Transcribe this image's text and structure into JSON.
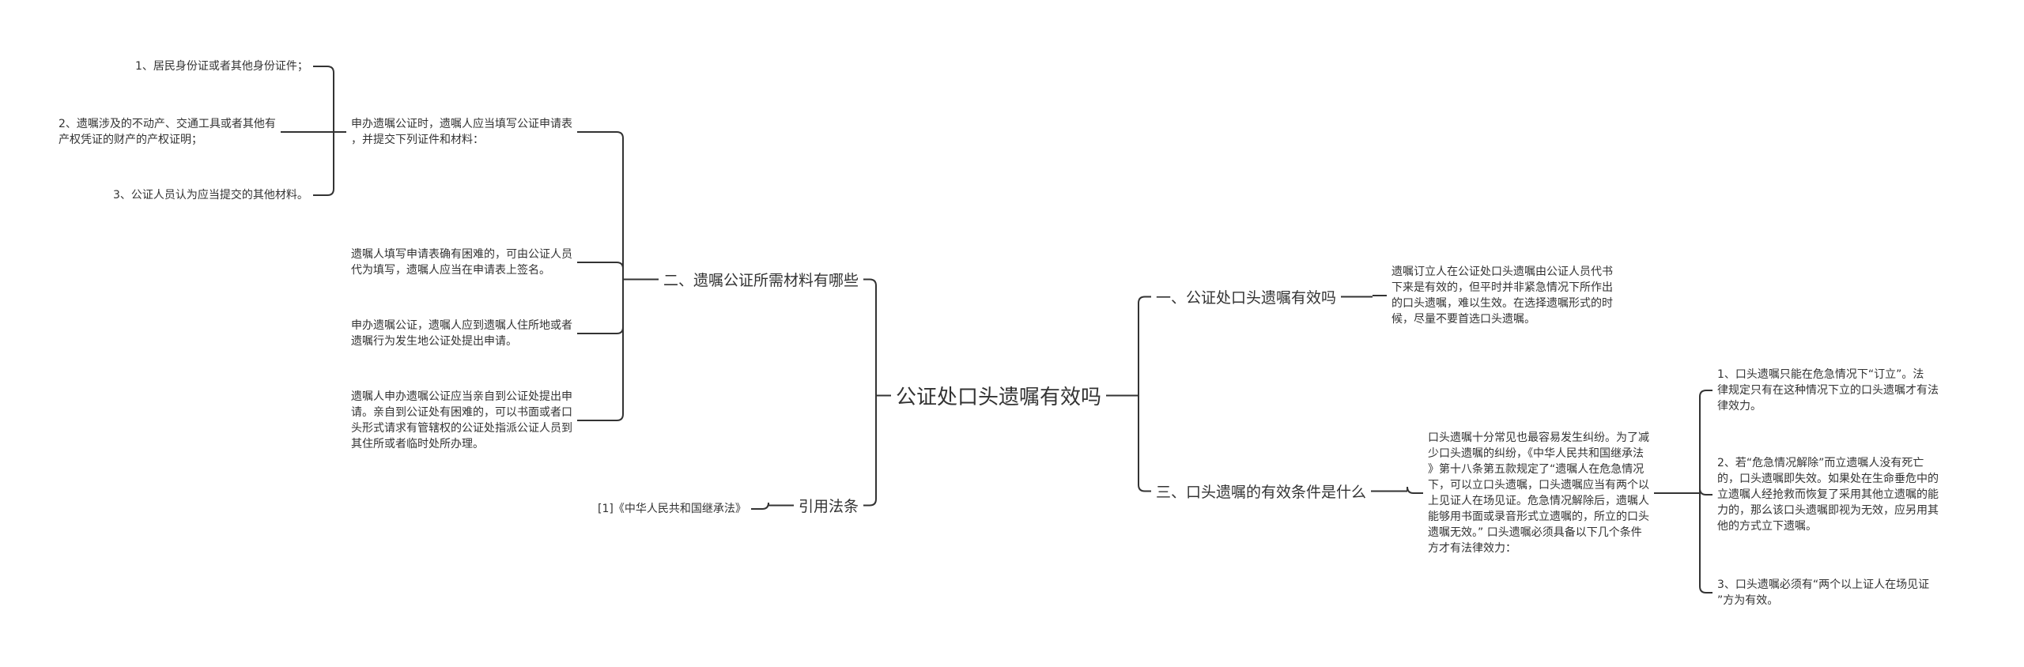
{
  "root": {
    "label": "公证处口头遗嘱有效吗"
  },
  "left_branches": [
    {
      "label": "二、遗嘱公证所需材料有哪些",
      "children": [
        {
          "lines": [
            "申办遗嘱公证时，遗嘱人应当填写公证申请表",
            "，并提交下列证件和材料："
          ],
          "children": [
            {
              "lines": [
                "1、居民身份证或者其他身份证件；"
              ]
            },
            {
              "lines": [
                "2、遗嘱涉及的不动产、交通工具或者其他有",
                "产权凭证的财产的产权证明；"
              ]
            },
            {
              "lines": [
                "3、公证人员认为应当提交的其他材料。"
              ]
            }
          ]
        },
        {
          "lines": [
            "遗嘱人填写申请表确有困难的，可由公证人员",
            "代为填写，遗嘱人应当在申请表上签名。"
          ]
        },
        {
          "lines": [
            "申办遗嘱公证，遗嘱人应到遗嘱人住所地或者",
            "遗嘱行为发生地公证处提出申请。"
          ]
        },
        {
          "lines": [
            "遗嘱人申办遗嘱公证应当亲自到公证处提出申",
            "请。亲自到公证处有困难的，可以书面或者口",
            "头形式请求有管辖权的公证处指派公证人员到",
            "其住所或者临时处所办理。"
          ]
        }
      ]
    },
    {
      "label": "引用法条",
      "children": [
        {
          "lines": [
            "[1]《中华人民共和国继承法》"
          ]
        }
      ]
    }
  ],
  "right_branches": [
    {
      "label": "一、公证处口头遗嘱有效吗",
      "children": [
        {
          "lines": [
            "遗嘱订立人在公证处口头遗嘱由公证人员代书",
            "下来是有效的，但平时并非紧急情况下所作出",
            "的口头遗嘱，难以生效。在选择遗嘱形式的时",
            "候，尽量不要首选口头遗嘱。"
          ]
        }
      ]
    },
    {
      "label": "三、口头遗嘱的有效条件是什么",
      "children": [
        {
          "lines": [
            "口头遗嘱十分常见也最容易发生纠纷。为了减",
            "少口头遗嘱的纠纷，《中华人民共和国继承法",
            "》第十八条第五款规定了“遗嘱人在危急情况",
            "下，可以立口头遗嘱，口头遗嘱应当有两个以",
            "上见证人在场见证。危急情况解除后，遗嘱人",
            "能够用书面或录音形式立遗嘱的，所立的口头",
            "遗嘱无效。” 口头遗嘱必须具备以下几个条件",
            "方才有法律效力："
          ],
          "children": [
            {
              "lines": [
                "1、口头遗嘱只能在危急情况下“订立”。法",
                "律规定只有在这种情况下立的口头遗嘱才有法",
                "律效力。"
              ]
            },
            {
              "lines": [
                "2、若“危急情况解除”而立遗嘱人没有死亡",
                "的，口头遗嘱即失效。如果处在生命垂危中的",
                "立遗嘱人经抢救而恢复了采用其他立遗嘱的能",
                "力的，那么该口头遗嘱即视为无效，应另用其",
                "他的方式立下遗嘱。"
              ]
            },
            {
              "lines": [
                "3、口头遗嘱必须有“两个以上证人在场见证",
                "”方为有效。"
              ]
            }
          ]
        }
      ]
    }
  ],
  "colors": {
    "line": "#333333",
    "text": "#333333",
    "background": "#ffffff"
  }
}
